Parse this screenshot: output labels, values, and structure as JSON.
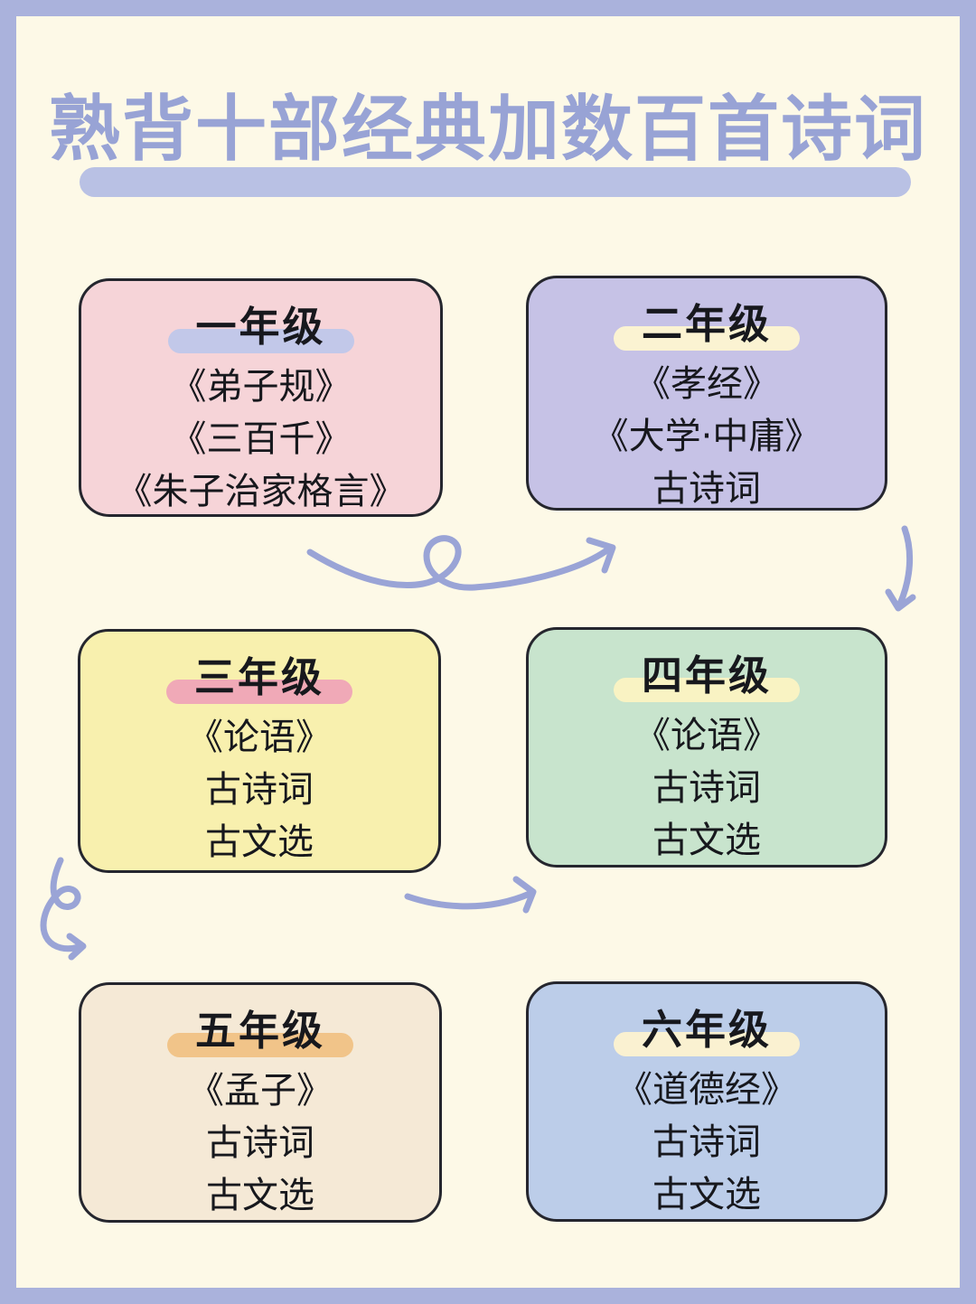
{
  "page": {
    "background_color": "#fdf9e7",
    "frame_color": "#aab2dc",
    "arrow_color": "#9aa4d6"
  },
  "header": {
    "title": "熟背十部经典加数百首诗词",
    "title_color": "#98a3d5",
    "underline_color": "#b9c1e4"
  },
  "cards": [
    {
      "title": "一年级",
      "bg": "#f6d4d8",
      "highlight": "#c2c8e9",
      "items": [
        "《弟子规》",
        "《三百千》",
        "《朱子治家格言》"
      ]
    },
    {
      "title": "二年级",
      "bg": "#c6c2e6",
      "highlight": "#fbf3d2",
      "items": [
        "《孝经》",
        "《大学·中庸》",
        "古诗词"
      ]
    },
    {
      "title": "三年级",
      "bg": "#f8f0ae",
      "highlight": "#f0a9b7",
      "items": [
        "《论语》",
        "古诗词",
        "古文选"
      ]
    },
    {
      "title": "四年级",
      "bg": "#c8e4cd",
      "highlight": "#f9f3c3",
      "items": [
        "《论语》",
        "古诗词",
        "古文选"
      ]
    },
    {
      "title": "五年级",
      "bg": "#f5e9d6",
      "highlight": "#f1c489",
      "items": [
        "《孟子》",
        "古诗词",
        "古文选"
      ]
    },
    {
      "title": "六年级",
      "bg": "#bccde9",
      "highlight": "#faf1d1",
      "items": [
        "《道德经》",
        "古诗词",
        "古文选"
      ]
    }
  ],
  "icons": {
    "arrow_1": "loop-squiggle-arrow",
    "arrow_2": "curved-down-arrow",
    "arrow_3": "loop-down-arrow",
    "arrow_4": "curved-right-arrow"
  }
}
